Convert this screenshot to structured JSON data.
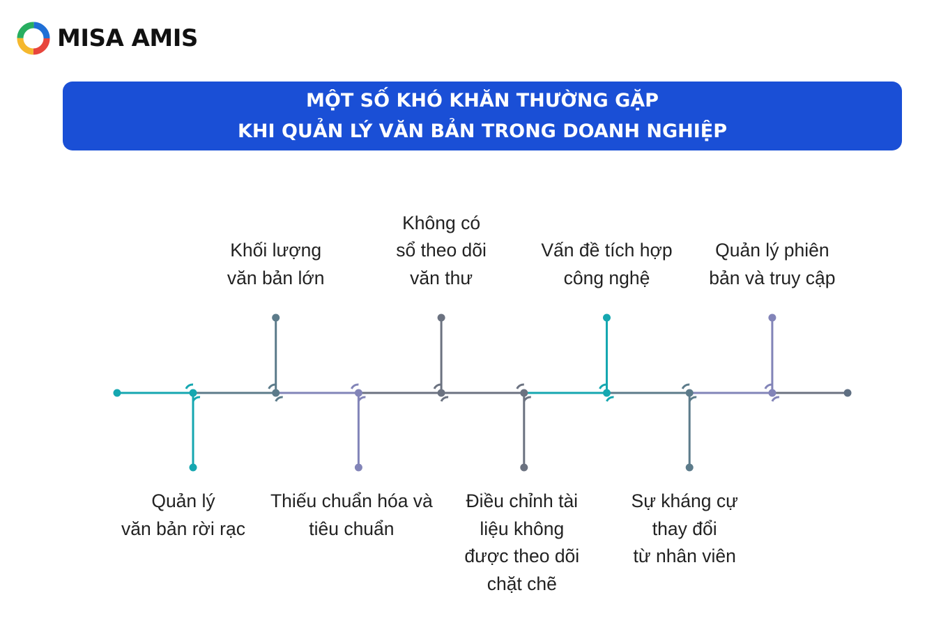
{
  "brand": {
    "name": "MISA AMIS"
  },
  "title": {
    "line1": "MỘT SỐ KHÓ KHĂN THƯỜNG GẶP",
    "line2": "KHI QUẢN LÝ VĂN BẢN TRONG DOANH NGHIỆP"
  },
  "colors": {
    "banner": "#1a4fd6",
    "teal": "#15a7b0",
    "slate": "#5c7b8a",
    "lavender": "#8284b8",
    "gray": "#6b7280"
  },
  "steps": [
    {
      "lines": [
        "Quản lý",
        "văn bản rời rạc"
      ],
      "position": "bottom",
      "color": "teal"
    },
    {
      "lines": [
        "Khối lượng",
        "văn bản lớn"
      ],
      "position": "top",
      "color": "slate"
    },
    {
      "lines": [
        "Thiếu chuẩn hóa và",
        "tiêu chuẩn"
      ],
      "position": "bottom",
      "color": "lavender"
    },
    {
      "lines": [
        "Không có",
        "sổ theo dõi",
        "văn thư"
      ],
      "position": "top",
      "color": "gray"
    },
    {
      "lines": [
        "Điều chỉnh tài",
        "liệu không",
        "được theo dõi",
        "chặt chẽ"
      ],
      "position": "bottom",
      "color": "gray"
    },
    {
      "lines": [
        "Vấn đề tích hợp",
        "công nghệ"
      ],
      "position": "top",
      "color": "teal"
    },
    {
      "lines": [
        "Sự kháng cự",
        "thay đổi",
        "từ nhân viên"
      ],
      "position": "bottom",
      "color": "slate"
    },
    {
      "lines": [
        "Quản lý phiên",
        "bản và truy cập"
      ],
      "position": "top",
      "color": "lavender"
    }
  ]
}
